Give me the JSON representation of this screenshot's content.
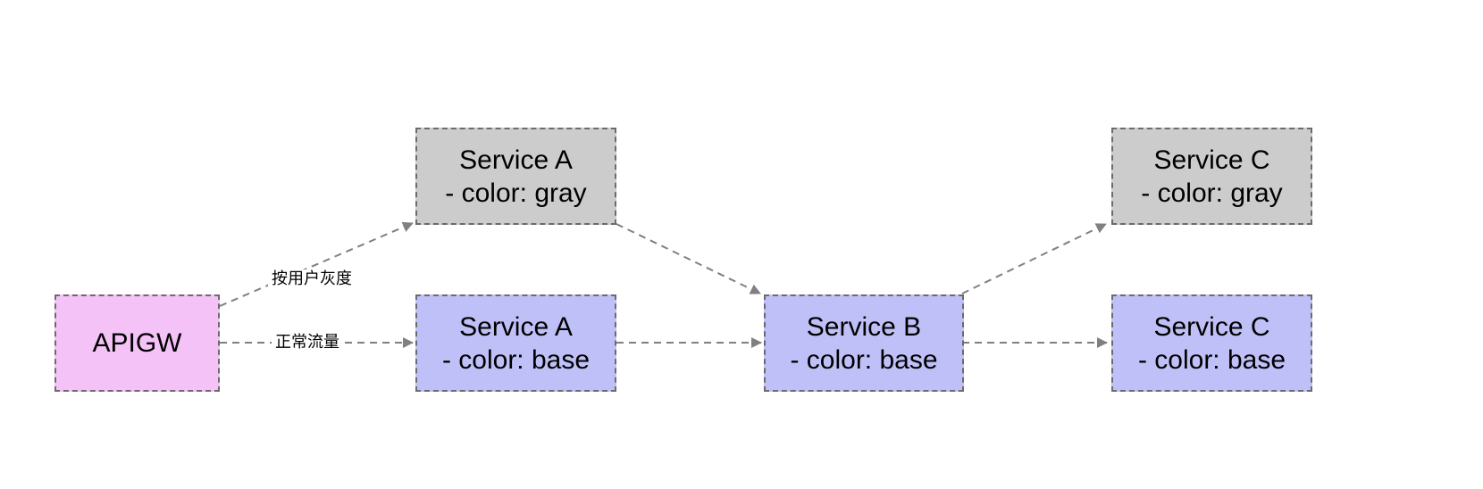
{
  "colors": {
    "gateway_fill": "#f4c2f7",
    "gray_fill": "#cccccc",
    "base_fill": "#c0c0f8",
    "border": "#6b6b6b",
    "edge": "#808080"
  },
  "nodes": {
    "apigw": {
      "label": "APIGW"
    },
    "service_a_gray": {
      "line1": "Service A",
      "line2": "- color: gray"
    },
    "service_a_base": {
      "line1": "Service A",
      "line2": "- color: base"
    },
    "service_b_base": {
      "line1": "Service B",
      "line2": "- color: base"
    },
    "service_c_gray": {
      "line1": "Service C",
      "line2": "- color: gray"
    },
    "service_c_base": {
      "line1": "Service C",
      "line2": "- color: base"
    }
  },
  "edges": {
    "gray_route_label": "按用户灰度",
    "normal_route_label": "正常流量"
  }
}
